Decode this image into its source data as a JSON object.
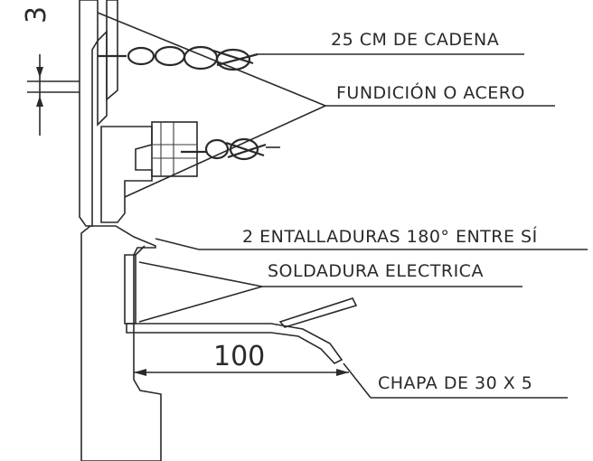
{
  "labels": {
    "chain": "25 CM DE CADENA",
    "casting": "FUNDICIÓN O ACERO",
    "notches": "2 ENTALLADURAS 180° ENTRE SÍ",
    "welding": "SOLDADURA ELECTRICA",
    "plate": "CHAPA DE 30 X 5"
  },
  "dimensions": {
    "gap": "3",
    "width": "100"
  }
}
